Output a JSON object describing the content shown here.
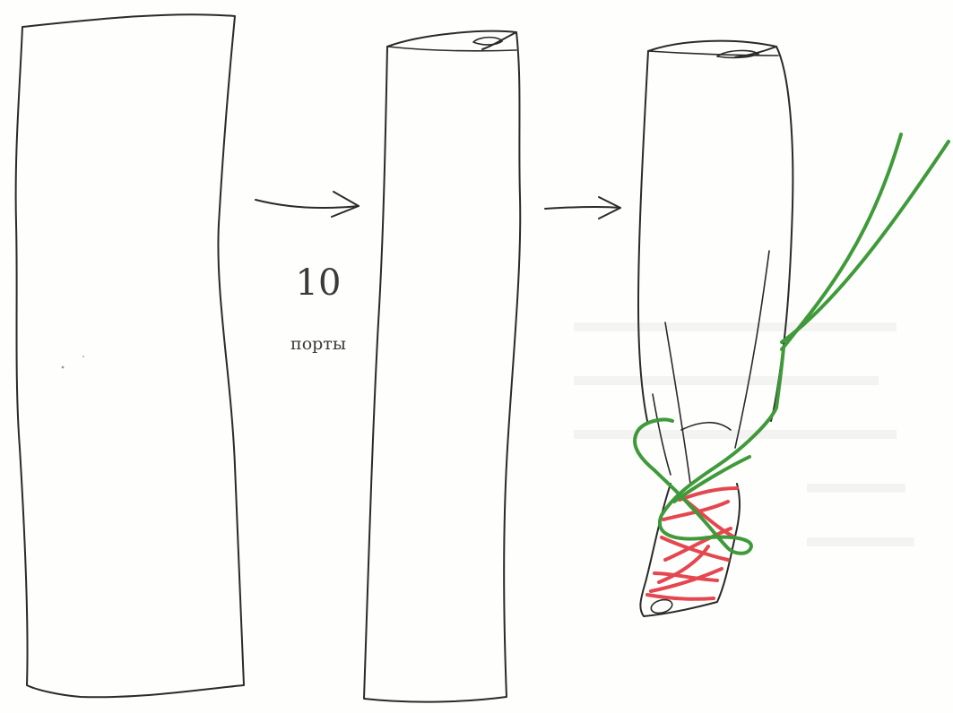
{
  "caption": {
    "number": "10",
    "label": "порты"
  },
  "colors": {
    "outline": "#2a2a2a",
    "binding_red": "#e4474f",
    "binding_green": "#3f9a3a",
    "background": "#fefefd"
  },
  "stages": [
    {
      "step": 1,
      "shape": "flat-cloth-rectangle"
    },
    {
      "step": 2,
      "shape": "rolled-cloth-tube"
    },
    {
      "step": 3,
      "shape": "wrapped-leg-with-bindings"
    }
  ],
  "arrows": [
    {
      "from": 1,
      "to": 2,
      "icon": "arrow-right-icon"
    },
    {
      "from": 2,
      "to": 3,
      "icon": "arrow-right-icon"
    }
  ]
}
